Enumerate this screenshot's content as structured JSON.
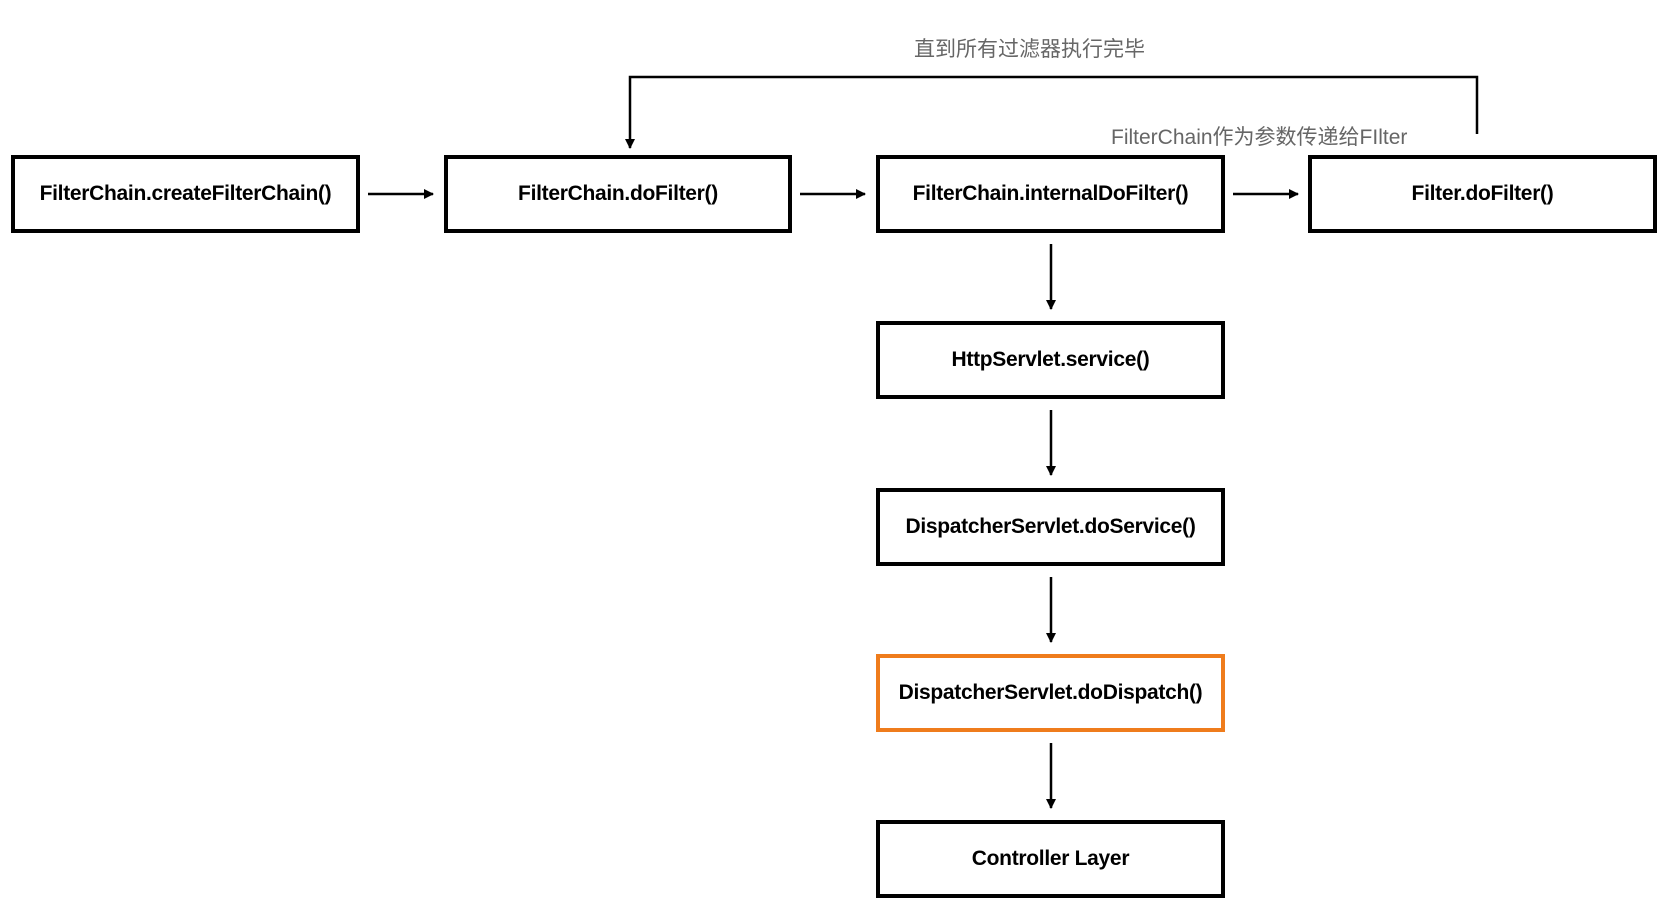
{
  "diagram": {
    "nodes": [
      {
        "id": "create-filter-chain",
        "label": "FilterChain.createFilterChain()",
        "highlight": false
      },
      {
        "id": "filterchain-dofilter",
        "label": "FilterChain.doFilter()",
        "highlight": false
      },
      {
        "id": "internal-dofilter",
        "label": "FilterChain.internalDoFilter()",
        "highlight": false
      },
      {
        "id": "filter-dofilter",
        "label": "Filter.doFilter()",
        "highlight": false
      },
      {
        "id": "httpservlet-service",
        "label": "HttpServlet.service()",
        "highlight": false
      },
      {
        "id": "dispatcher-doservice",
        "label": "DispatcherServlet.doService()",
        "highlight": false
      },
      {
        "id": "dispatcher-dodispatch",
        "label": "DispatcherServlet.doDispatch()",
        "highlight": true
      },
      {
        "id": "controller-layer",
        "label": "Controller Layer",
        "highlight": false
      }
    ],
    "edges": [
      {
        "from": "create-filter-chain",
        "to": "filterchain-dofilter"
      },
      {
        "from": "filterchain-dofilter",
        "to": "internal-dofilter"
      },
      {
        "from": "internal-dofilter",
        "to": "filter-dofilter"
      },
      {
        "from": "filter-dofilter",
        "to": "filterchain-dofilter",
        "label": "直到所有过滤器执行完毕"
      },
      {
        "from": "internal-dofilter",
        "to": "httpservlet-service"
      },
      {
        "from": "httpservlet-service",
        "to": "dispatcher-doservice"
      },
      {
        "from": "dispatcher-doservice",
        "to": "dispatcher-dodispatch"
      },
      {
        "from": "dispatcher-dodispatch",
        "to": "controller-layer"
      }
    ],
    "annotations": {
      "loop_label": "直到所有过滤器执行完毕",
      "pass_label": "FilterChain作为参数传递给FIlter"
    },
    "colors": {
      "border": "#000000",
      "highlight_border": "#ef7c1c",
      "annotation_text": "#666666"
    }
  }
}
